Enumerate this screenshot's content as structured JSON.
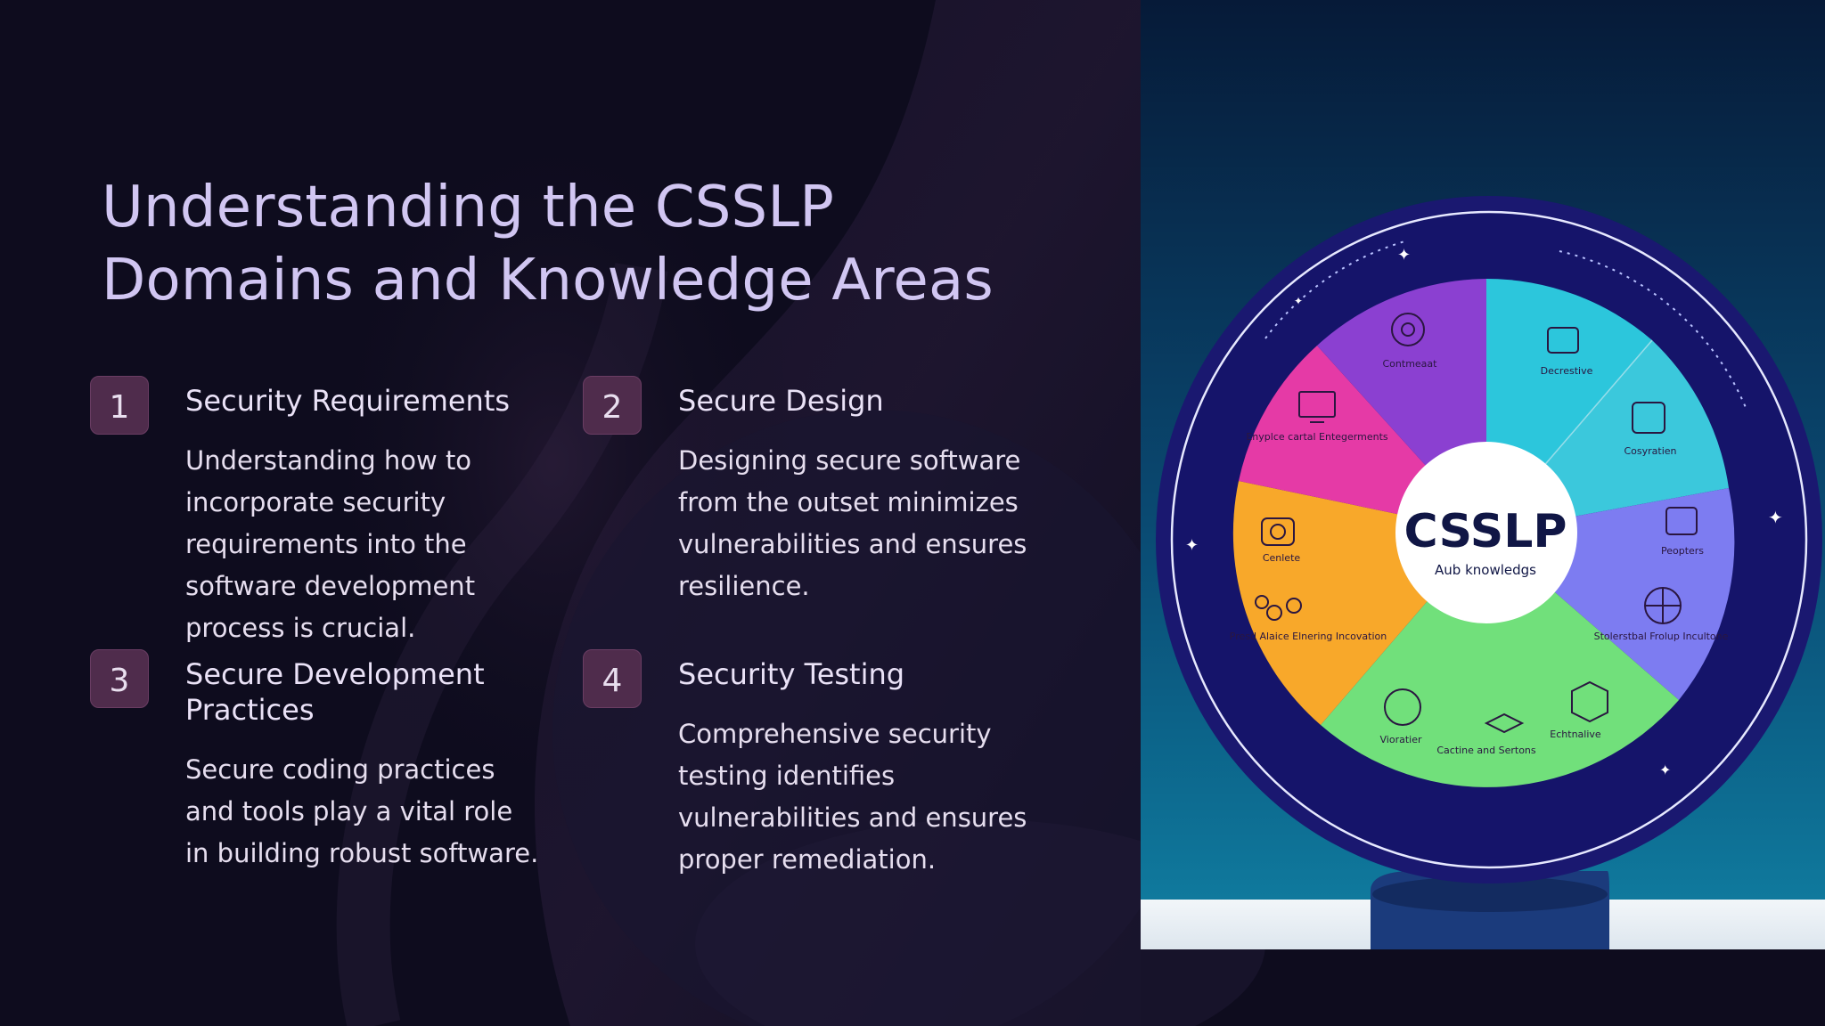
{
  "slide": {
    "title_line1": "Understanding the CSSLP",
    "title_line2": "Domains and Knowledge Areas"
  },
  "cards": [
    {
      "number": "1",
      "title": "Security Requirements",
      "body": "Understanding how to incorporate security requirements into the software development process is crucial."
    },
    {
      "number": "2",
      "title": "Secure Design",
      "body": "Designing secure software from the outset minimizes vulnerabilities and ensures resilience."
    },
    {
      "number": "3",
      "title": "Secure Development Practices",
      "body": "Secure coding practices and tools play a vital role in building robust software."
    },
    {
      "number": "4",
      "title": "Security Testing",
      "body": "Comprehensive security testing identifies vulnerabilities and ensures proper remediation."
    }
  ],
  "illustration": {
    "center_title": "CSSLP",
    "center_subtitle": "Aub knowledgs",
    "segments": [
      {
        "label": "Contmeaat",
        "color": "#8a3fd0"
      },
      {
        "label": "Decrestive",
        "color": "#2ec9d8"
      },
      {
        "label": "Cosyratien",
        "color": "#38c2da"
      },
      {
        "label": "Peopters",
        "color": "#7e78f0"
      },
      {
        "label": "Stolerstbal Frolup Incultone",
        "color": "#7c7cf2"
      },
      {
        "label": "Echtnalive",
        "color": "#6fe07a"
      },
      {
        "label": "Cactine and Sertons",
        "color": "#6fe07a"
      },
      {
        "label": "Vioratier",
        "color": "#6fe07a"
      },
      {
        "label": "Presd Alaice Elnering Incovation",
        "color": "#f7a92a"
      },
      {
        "label": "Cenlete",
        "color": "#f7a92a"
      },
      {
        "label": "Enyplce cartal Entegerments",
        "color": "#e33aa8"
      }
    ]
  }
}
